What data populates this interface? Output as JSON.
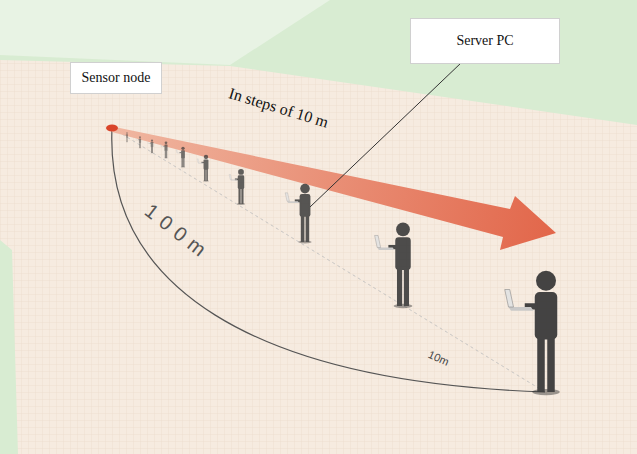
{
  "diagram": {
    "nodes": [
      {
        "text": [
          "Sensor node"
        ]
      },
      {
        "text": [
          "Server PC"
        ]
      }
    ],
    "labels": [
      "In steps of 10 m",
      "100m",
      "10m"
    ]
  }
}
